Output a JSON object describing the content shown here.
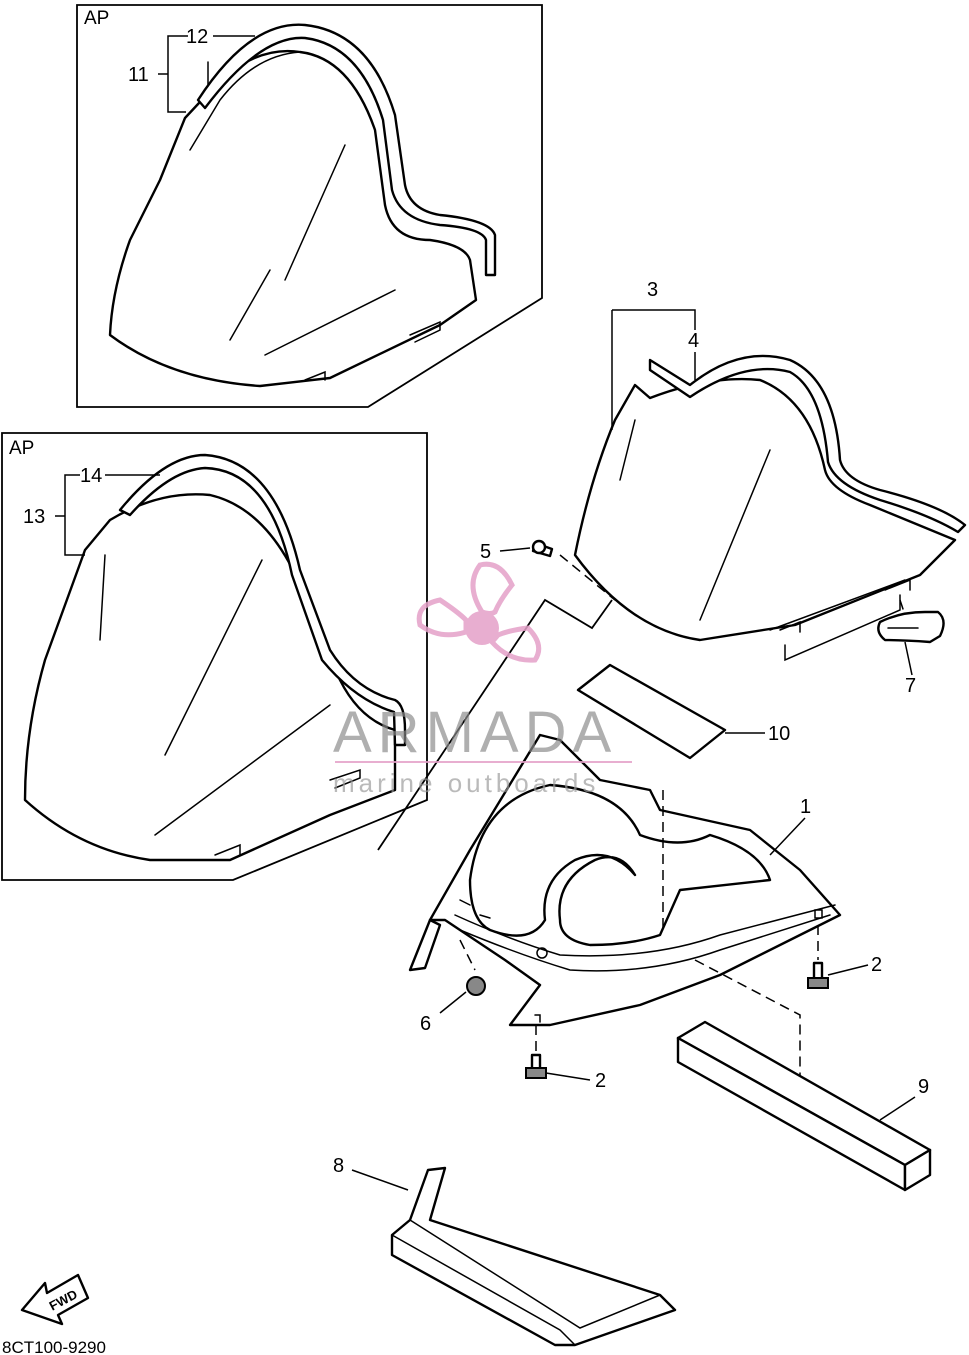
{
  "diagram": {
    "inset_labels": [
      "AP",
      "AP"
    ],
    "callouts": {
      "c1": "1",
      "c2a": "2",
      "c2b": "2",
      "c3": "3",
      "c4": "4",
      "c5": "5",
      "c6": "6",
      "c7": "7",
      "c8": "8",
      "c9": "9",
      "c10": "10",
      "c11": "11",
      "c12": "12",
      "c13": "13",
      "c14": "14"
    },
    "drawing_code": "8CT100-9290",
    "direction_marker": "FWD",
    "icons": [
      "propeller-logo-icon",
      "fwd-arrow-icon"
    ]
  },
  "watermark": {
    "brand": "ARMADA",
    "tagline": "marine outboards",
    "color": "#e4a0c8"
  }
}
